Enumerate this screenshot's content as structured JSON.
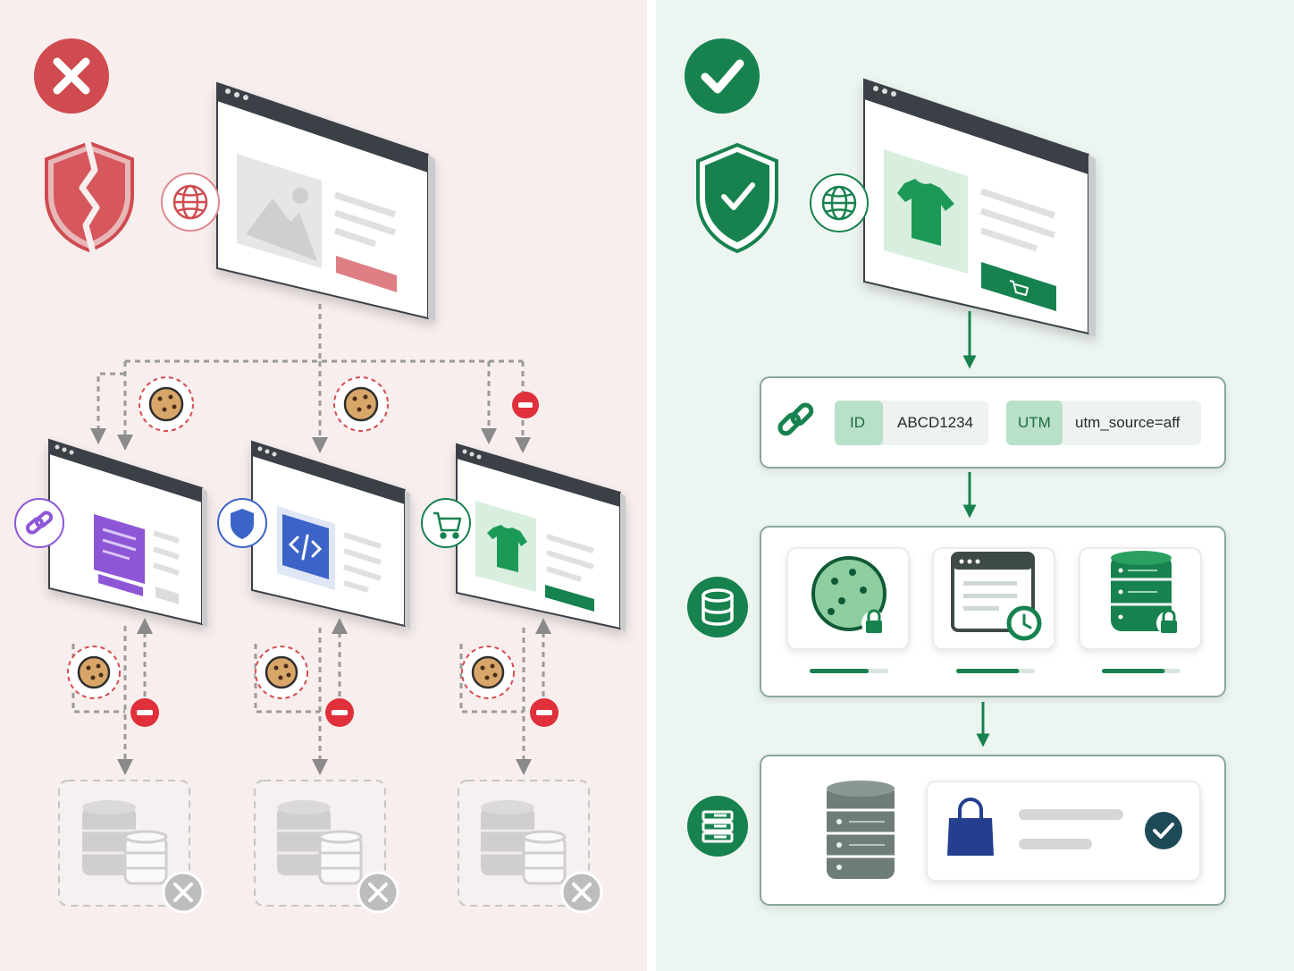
{
  "colors": {
    "bad_panel_bg": "#f8eeee",
    "good_panel_bg": "#edf5f1",
    "red": "#cf4b50",
    "green": "#17824e",
    "light_green": "#cbe9d8",
    "gray": "#9a9a9a",
    "dark_bar": "#3a4147",
    "purple": "#8d57d6",
    "blue": "#3b64c8",
    "navy": "#243f8f"
  },
  "bad_flow": {
    "status_icon": "x-icon",
    "shield_icon": "broken-shield-icon",
    "entry_badge_icon": "globe-icon",
    "channels": [
      {
        "badge_icon": "link-icon",
        "content_icon": "document-icon"
      },
      {
        "badge_icon": "shield-icon",
        "content_icon": "code-icon"
      },
      {
        "badge_icon": "cart-icon",
        "content_icon": "tshirt-icon"
      }
    ],
    "lost_data_icon": "database-x-icon"
  },
  "good_flow": {
    "status_icon": "check-icon",
    "shield_icon": "shield-check-icon",
    "entry_badge_icon": "globe-icon",
    "tracking_params": {
      "id_label": "ID",
      "id_value": "ABCD1234",
      "utm_label": "UTM",
      "utm_value": "utm_source=aff"
    },
    "storage": {
      "badge_icon": "database-icon",
      "cards": [
        {
          "icon": "cookie-lock-icon",
          "level": 0.75
        },
        {
          "icon": "window-clock-icon",
          "level": 0.8
        },
        {
          "icon": "server-lock-icon",
          "level": 0.8
        }
      ]
    },
    "conversion": {
      "badge_icon": "server-list-icon",
      "server_icon": "server-icon",
      "order_icon": "shopping-bag-icon",
      "confirm_icon": "check-circle-icon"
    }
  }
}
